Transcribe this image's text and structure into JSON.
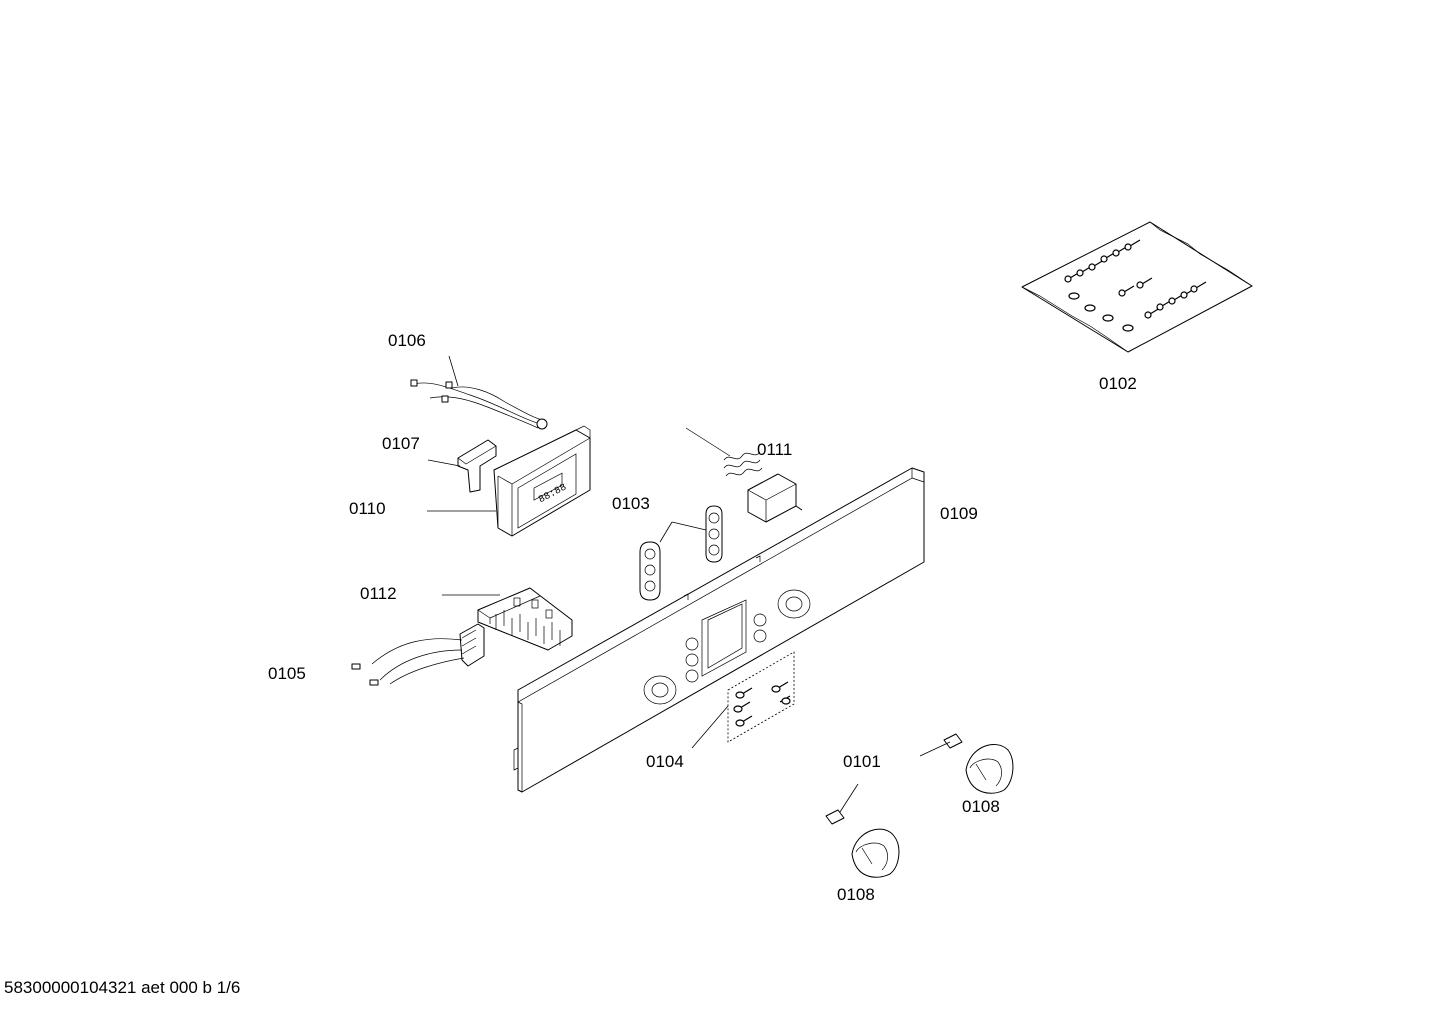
{
  "diagram": {
    "labels": {
      "p0101": "0101",
      "p0102": "0102",
      "p0103": "0103",
      "p0104": "0104",
      "p0105": "0105",
      "p0106": "0106",
      "p0107": "0107",
      "p0108a": "0108",
      "p0108b": "0108",
      "p0109": "0109",
      "p0110": "0110",
      "p0111": "0111",
      "p0112": "0112"
    },
    "footer": "58300000104321 aet 000 b 1/6",
    "icons": [
      "screw-bag",
      "wire-harness",
      "bracket",
      "clock-module",
      "thermostat",
      "lamp-holder",
      "terminal-block",
      "control-panel",
      "screw",
      "knob",
      "clip"
    ]
  }
}
